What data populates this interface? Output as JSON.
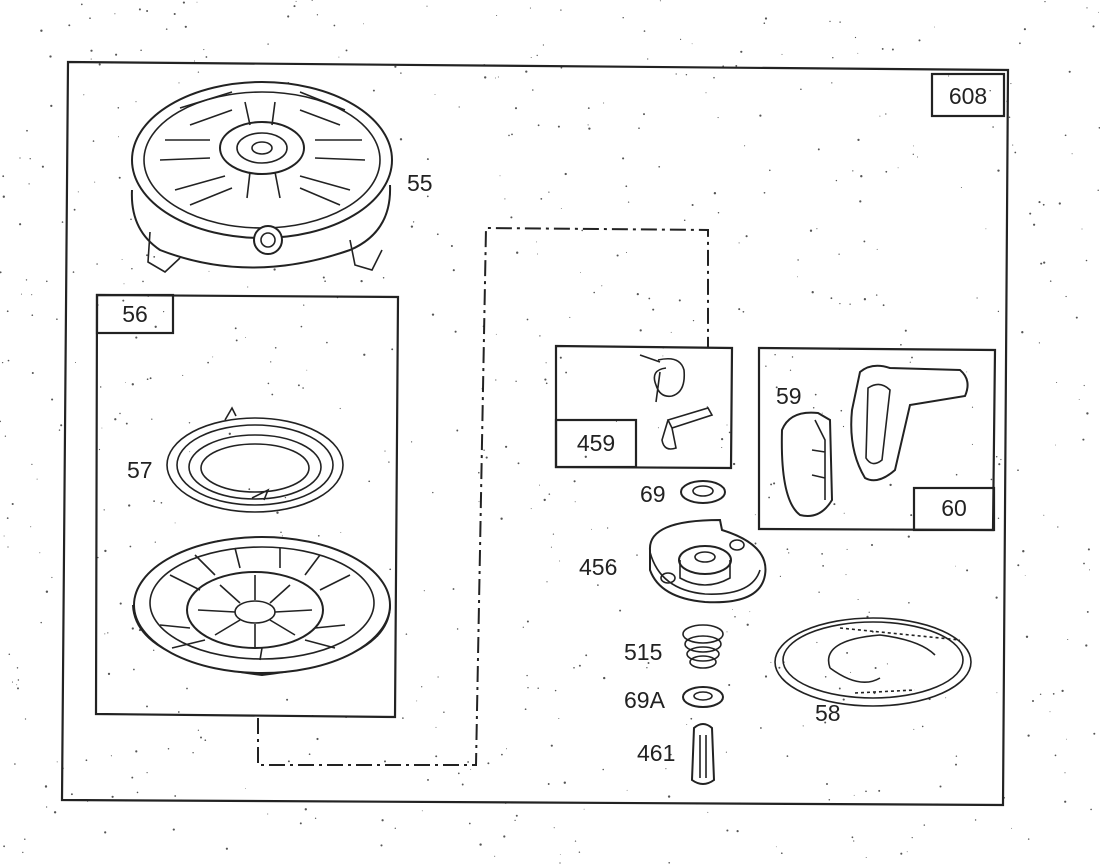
{
  "assembly": {
    "main_label": "608"
  },
  "parts": {
    "housing": "55",
    "pulley_kit": "56",
    "spring": "57",
    "rope": "58",
    "handle_insert": "59",
    "handle": "60",
    "washer": "69",
    "washer_a": "69A",
    "cup_kit": "456",
    "pawl_kit": "459",
    "pin": "461",
    "retainer_spring": "515"
  },
  "colors": {
    "ink": "#222222",
    "paper": "#ffffff"
  }
}
